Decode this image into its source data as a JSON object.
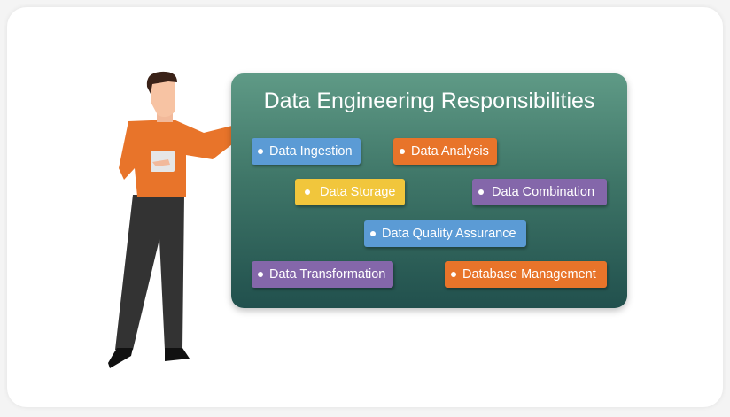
{
  "title": "Data Engineering Responsibilities",
  "items": [
    {
      "label": "Data Ingestion",
      "color": "#5b9bd5"
    },
    {
      "label": "Data Analysis",
      "color": "#e8742a"
    },
    {
      "label": "Data Storage",
      "color": "#f1c63c"
    },
    {
      "label": "Data Combination",
      "color": "#8467aa"
    },
    {
      "label": "Data Quality Assurance",
      "color": "#5b9bd5"
    },
    {
      "label": "Data Transformation",
      "color": "#8467aa"
    },
    {
      "label": "Database Management",
      "color": "#e8742a"
    }
  ]
}
